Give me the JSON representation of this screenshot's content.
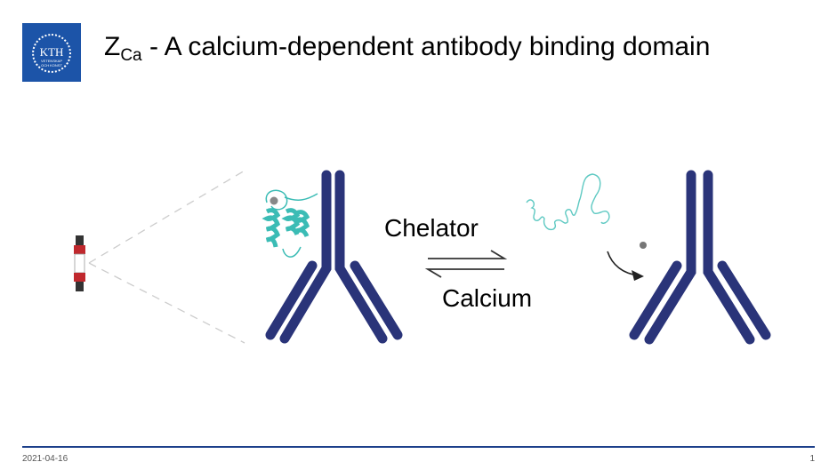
{
  "logo": {
    "name": "KTH",
    "subtitle_line1": "VETENSKAP",
    "subtitle_line2": "OCH KONST"
  },
  "title": {
    "main": "Z",
    "subscript": "Ca",
    "rest": " - A calcium-dependent antibody binding domain"
  },
  "diagram": {
    "forward_label": "Chelator",
    "reverse_label": "Calcium"
  },
  "footer": {
    "date": "2021-04-16",
    "page": "1"
  },
  "colors": {
    "antibody": "#2a3479",
    "protein": "#3bbcb5",
    "accent": "#1c54a8"
  }
}
